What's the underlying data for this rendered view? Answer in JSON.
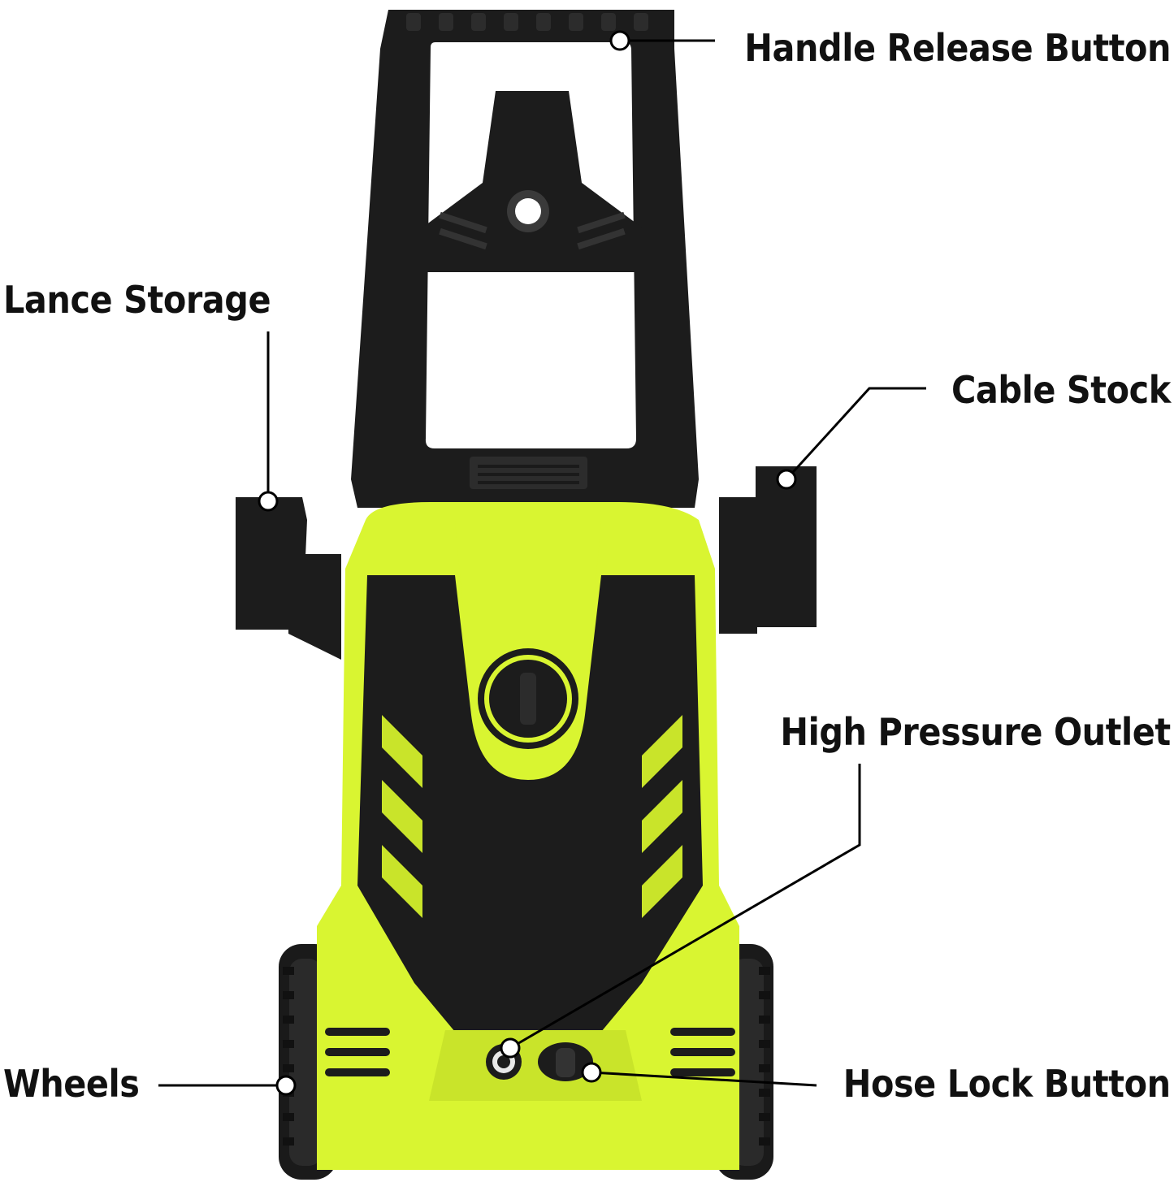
{
  "colors": {
    "body_black": "#1f1f1f",
    "body_dark": "#111111",
    "accent_yellow": "#d9f531",
    "accent_yellow_dark": "#b9d51c",
    "leader_line": "#000000",
    "background": "#ffffff"
  },
  "labels": {
    "handle_release_button": "Handle Release Button",
    "lance_storage": "Lance Storage",
    "cable_stock": "Cable Stock",
    "high_pressure_outlet": "High Pressure Outlet",
    "wheels": "Wheels",
    "hose_lock_button": "Hose Lock Button"
  }
}
